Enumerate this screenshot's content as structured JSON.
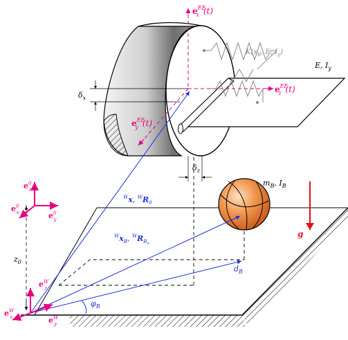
{
  "labels": {
    "e_x_ee": "e",
    "e_x_ee_sup": "EE",
    "e_x_ee_sub": "x",
    "e_x_ee_arg": "(t)",
    "e_z_ee": "e",
    "e_z_ee_sup": "EE",
    "e_z_ee_sub": "z",
    "e_z_ee_arg": "(t)",
    "e_y_ee": "e",
    "e_y_ee_sup": "EE",
    "e_y_ee_sub": "y",
    "e_y_ee_arg": "(t)",
    "spring": "K(x",
    "spring_sub": "B",
    "spring_rest": ", E, I",
    "spring_sub2": "y",
    "spring_close": ")",
    "plate": "E, I",
    "plate_sub": "y",
    "delta_x": "δ",
    "delta_x_sub": "x",
    "delta_z": "δ",
    "delta_z_sub": "z",
    "ball": "m",
    "ball_sub": "B",
    "ball_rest": ", I",
    "ball_sub2": "B",
    "gravity": "g",
    "pose_ee_pre": "W",
    "pose_ee_x": "x",
    "pose_ee_mid": ", ",
    "pose_ee_pre2": "W",
    "pose_ee_R": "R",
    "pose_ee_sub": "0",
    "pose_b_pre": "W",
    "pose_b_x": "x",
    "pose_b_xsub": "B",
    "pose_b_mid": ", ",
    "pose_b_pre2": "W",
    "pose_b_R": "R",
    "pose_b_Rsub": "B",
    "pose_b_Rsub2": "0",
    "z0": "z",
    "z0_sub": "0",
    "d_b": "d",
    "d_b_sub": "B",
    "phi_b": "φ",
    "phi_b_sub": "B",
    "e0_z": "e",
    "e0_z_sup": "0",
    "e0_z_sub": "z",
    "e0_x": "e",
    "e0_x_sup": "0",
    "e0_x_sub": "x",
    "e0_y": "e",
    "e0_y_sup": "0",
    "e0_y_sub": "y",
    "ew_z": "e",
    "ew_z_sup": "W",
    "ew_z_sub": "z",
    "ew_x": "e",
    "ew_x_sup": "W",
    "ew_x_sub": "x",
    "ew_y": "e",
    "ew_y_sup": "W",
    "ew_y_sub": "y"
  },
  "colors": {
    "frame": "#e6007e",
    "vector": "#1f2ee0",
    "gravity": "#e01010",
    "ball": "#f08a3c",
    "spring": "#888888",
    "ink": "#000000"
  }
}
